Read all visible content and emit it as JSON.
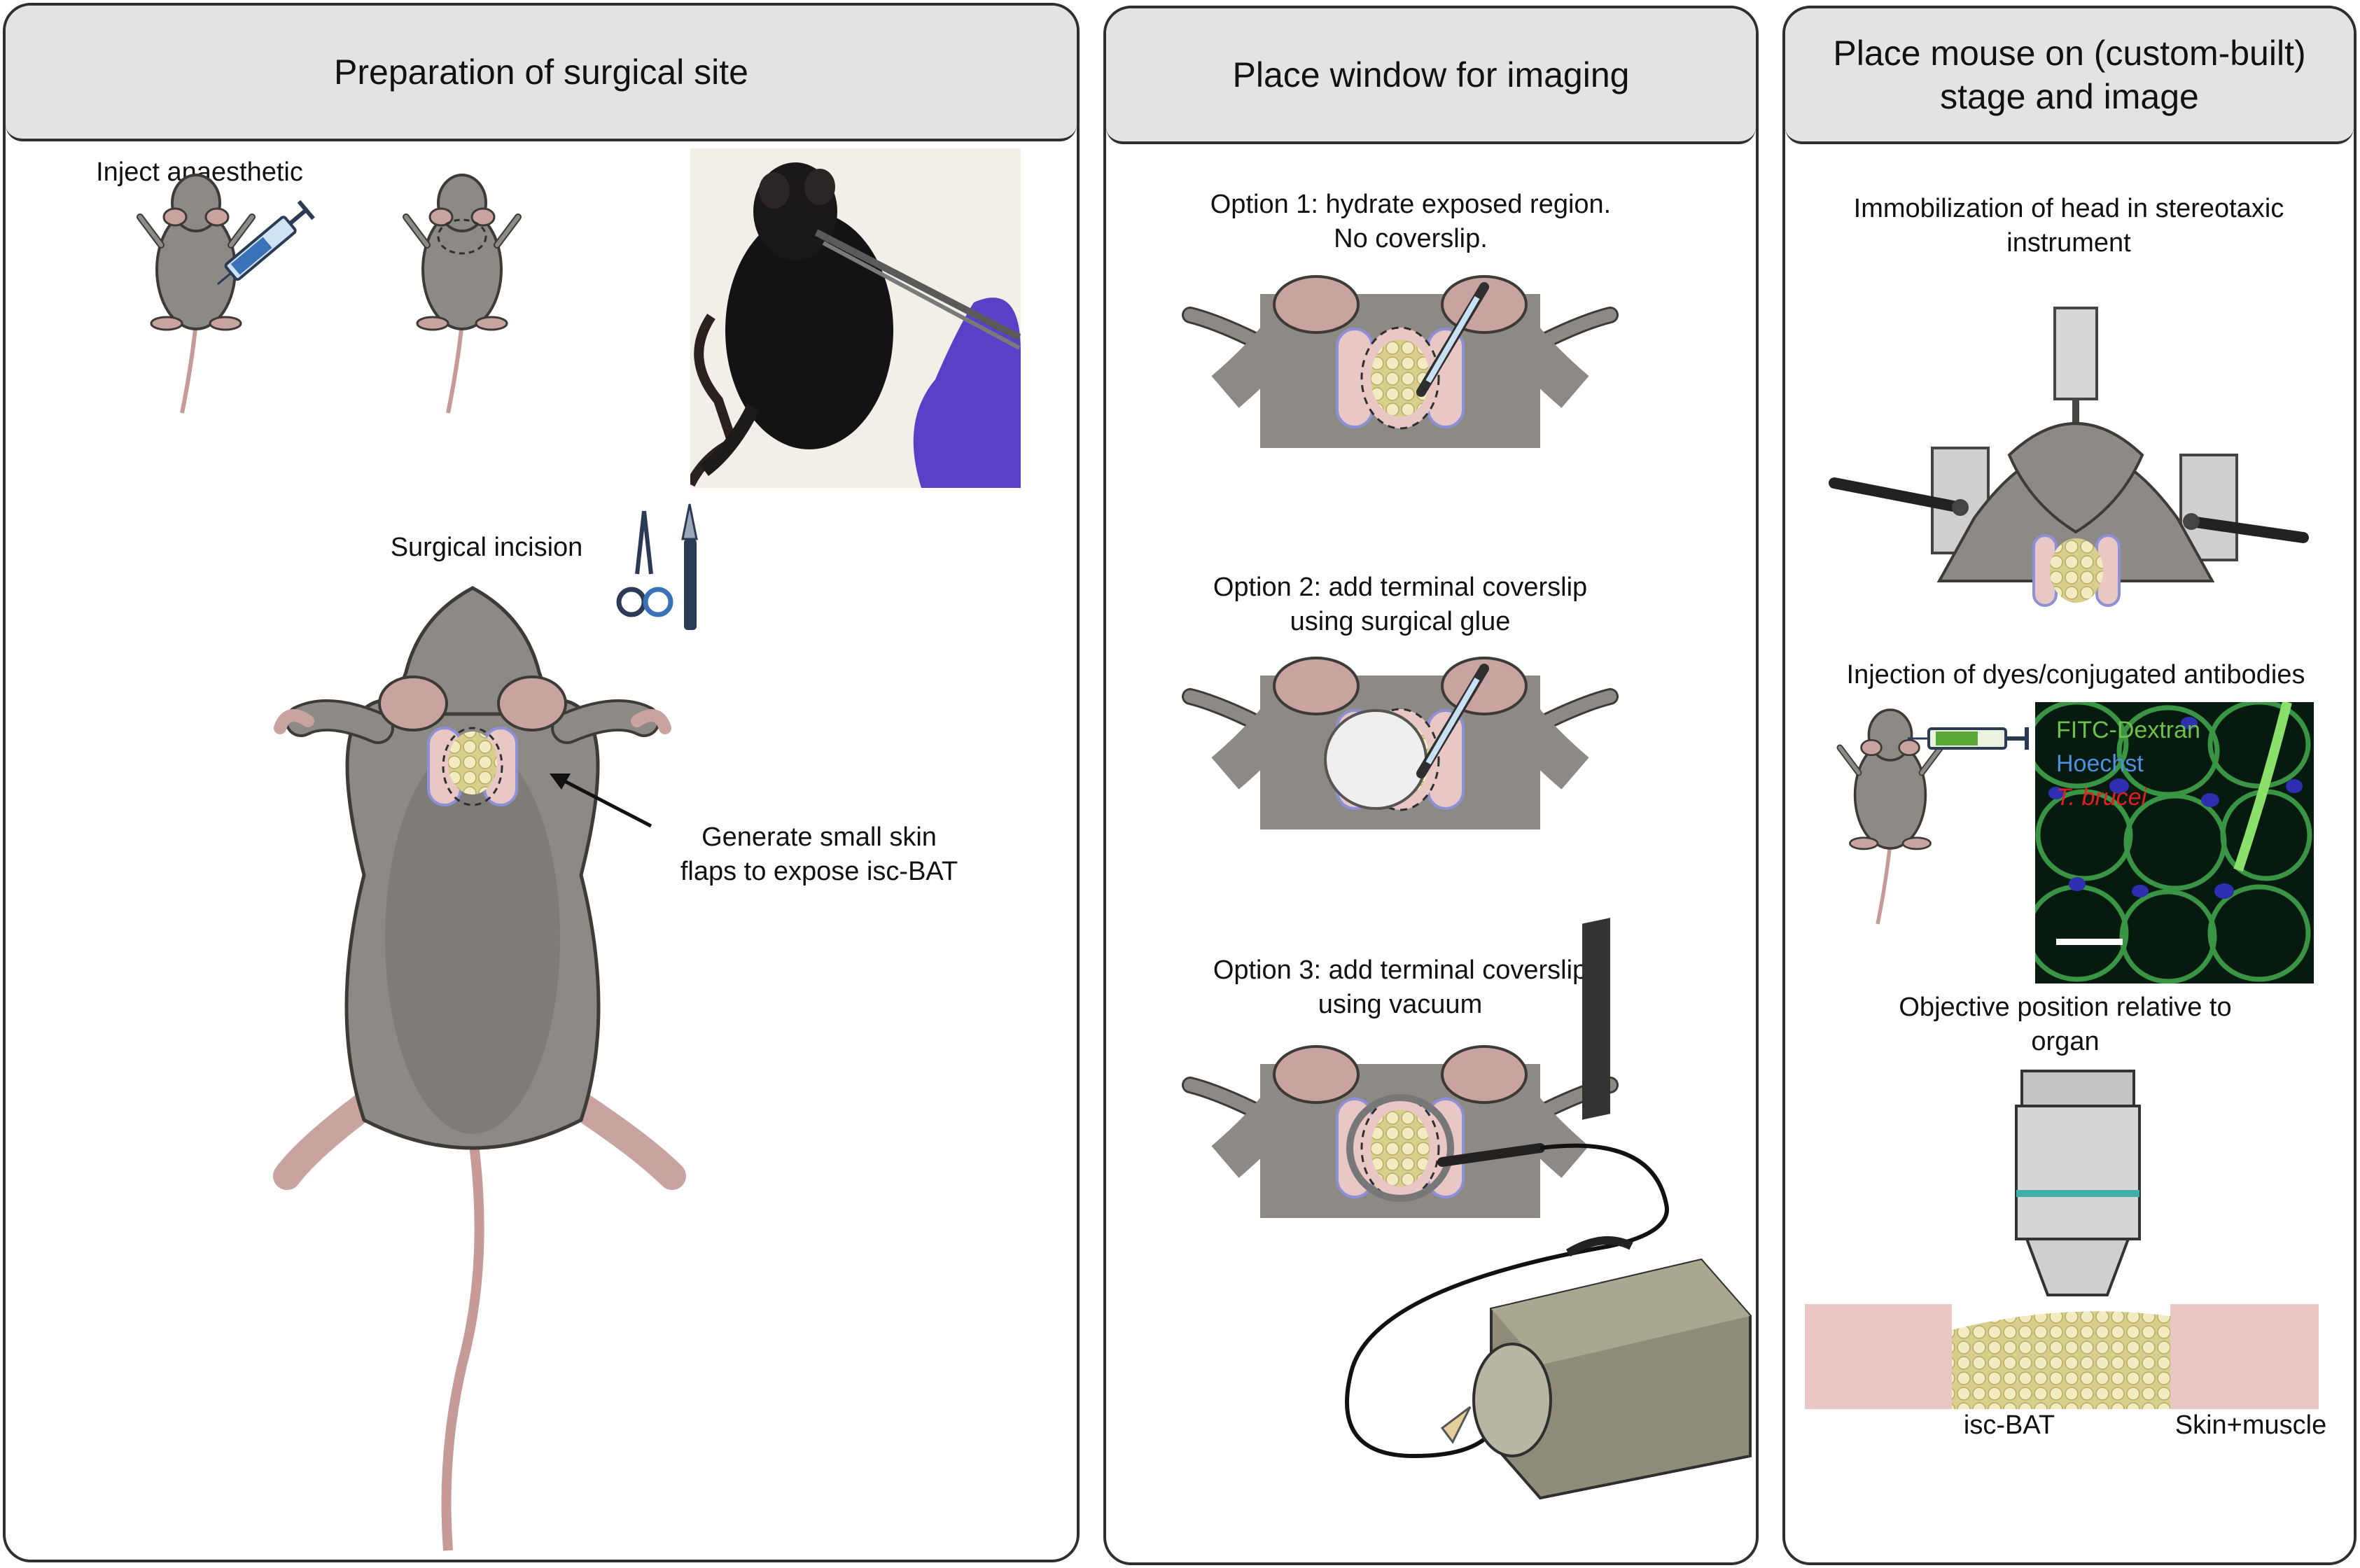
{
  "panels": [
    {
      "title": "Preparation of surgical site",
      "labels": {
        "inject": "Inject anaesthetic",
        "incision": "Surgical incision",
        "flaps": "Generate small skin\nflaps to expose isc-BAT"
      }
    },
    {
      "title": "Place window for imaging",
      "labels": {
        "option1": "Option 1: hydrate exposed region.\nNo coverslip.",
        "option2": "Option 2: add terminal coverslip\nusing surgical glue",
        "option3": "Option 3: add terminal coverslip\nusing vacuum"
      }
    },
    {
      "title": "Place mouse on (custom-built)\nstage and image",
      "labels": {
        "immobilization": "Immobilization of head in stereotaxic\ninstrument",
        "injection": "Injection of dyes/conjugated antibodies",
        "objective": "Objective position relative to\norgan",
        "isc_bat": "isc-BAT",
        "skin_muscle": "Skin+muscle"
      },
      "micrograph_legend": [
        {
          "name": "FITC-Dextran",
          "color": "#6cc24a"
        },
        {
          "name": "Hoechst",
          "color": "#4f8fe0"
        },
        {
          "name": "T. brucei",
          "color": "#e02020"
        }
      ]
    }
  ],
  "colors": {
    "mouse_fur": "#8d8a85",
    "mouse_outline": "#3d3b38",
    "skin_pink": "#e8c7c4",
    "tail": "#c69a96",
    "fat": "#efe6b0",
    "panel_header": "#e3e3e3",
    "photo_glove": "#5a3fc7"
  }
}
